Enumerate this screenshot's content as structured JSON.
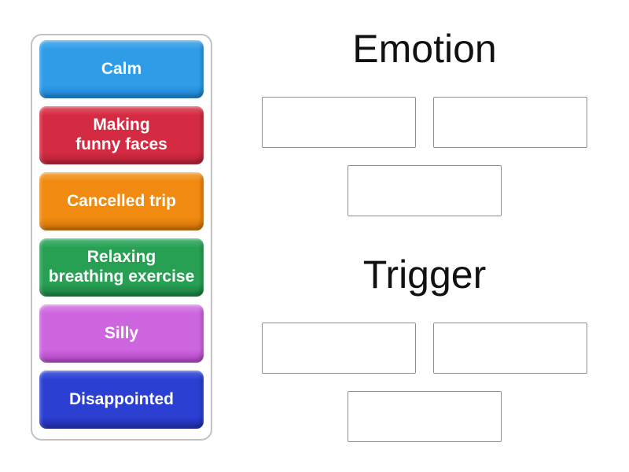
{
  "page": {
    "background": "#ffffff",
    "header_text_color": "#111111",
    "drop_zone_border_color": "#8e8e8e",
    "panel_border_color": "#c2c2c2"
  },
  "tile_panel": {
    "tiles": [
      {
        "label": "Calm",
        "color": "#2f9ce8",
        "color_light": "#5cb3f0",
        "color_dark": "#1a7ec9"
      },
      {
        "label": "Making\nfunny faces",
        "color": "#d52b42",
        "color_light": "#e25a6b",
        "color_dark": "#b01f33"
      },
      {
        "label": "Cancelled trip",
        "color": "#f08a10",
        "color_light": "#f5a845",
        "color_dark": "#cc7007"
      },
      {
        "label": "Relaxing\nbreathing exercise",
        "color": "#27a054",
        "color_light": "#4fb877",
        "color_dark": "#187a3c"
      },
      {
        "label": "Silly",
        "color": "#cd65de",
        "color_light": "#dc8dea",
        "color_dark": "#ad43c0"
      },
      {
        "label": "Disappointed",
        "color": "#2b3fd3",
        "color_light": "#5265e0",
        "color_dark": "#1d2da8"
      }
    ]
  },
  "groups": [
    {
      "title": "Emotion",
      "zone_count": 3
    },
    {
      "title": "Trigger",
      "zone_count": 3
    }
  ]
}
